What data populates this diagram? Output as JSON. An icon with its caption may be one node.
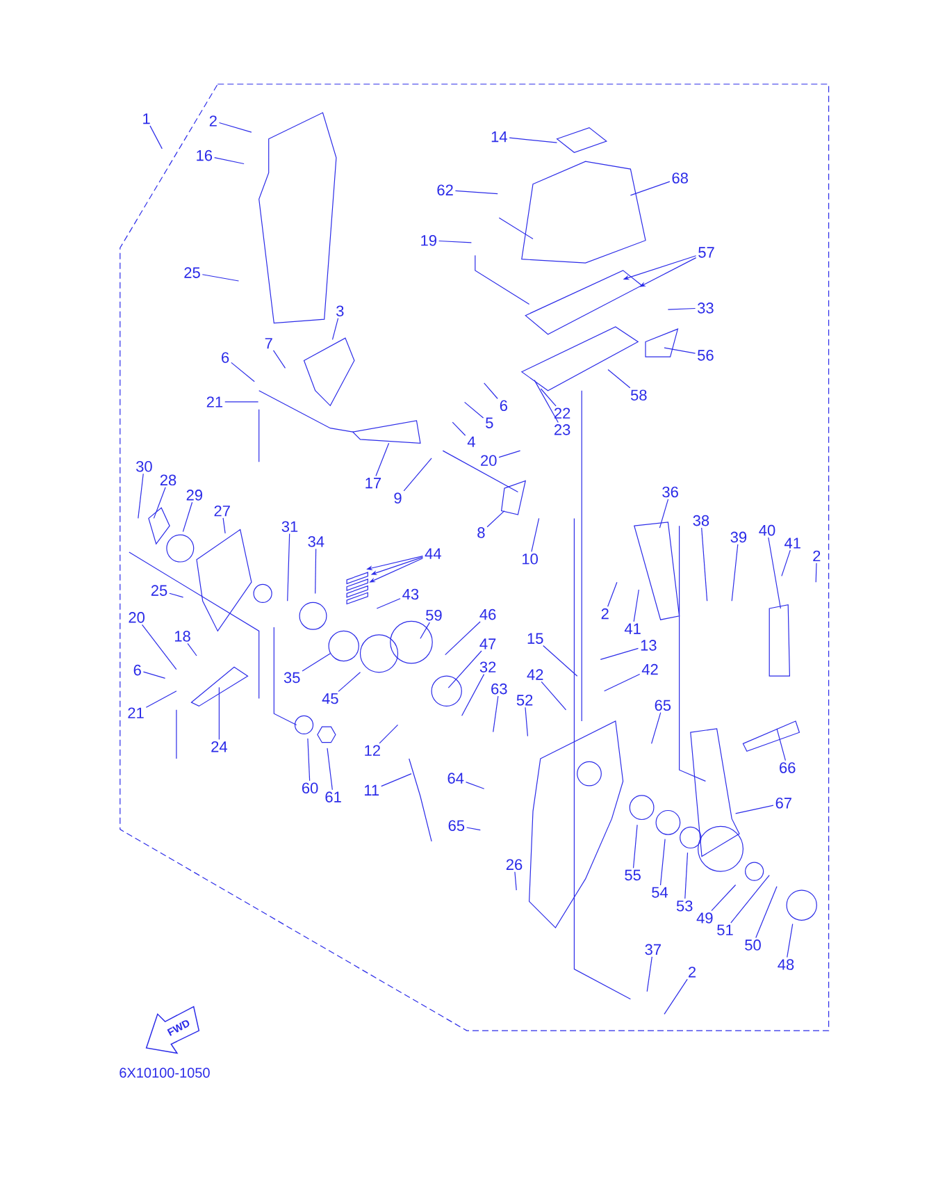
{
  "diagram": {
    "nodes": [
      {
        "text": [
          "1"
        ]
      },
      {
        "text": [
          "2"
        ]
      },
      {
        "text": [
          "16"
        ]
      },
      {
        "text": [
          "14"
        ]
      },
      {
        "text": [
          "68"
        ]
      },
      {
        "text": [
          "62"
        ]
      },
      {
        "text": [
          "19"
        ]
      },
      {
        "text": [
          "57"
        ]
      },
      {
        "text": [
          "33"
        ]
      },
      {
        "text": [
          "25"
        ]
      },
      {
        "text": [
          "3"
        ]
      },
      {
        "text": [
          "7"
        ]
      },
      {
        "text": [
          "6"
        ]
      },
      {
        "text": [
          "56"
        ]
      },
      {
        "text": [
          "21"
        ]
      },
      {
        "text": [
          "58"
        ]
      },
      {
        "text": [
          "6"
        ]
      },
      {
        "text": [
          "22"
        ]
      },
      {
        "text": [
          "5"
        ]
      },
      {
        "text": [
          "23"
        ]
      },
      {
        "text": [
          "4"
        ]
      },
      {
        "text": [
          "20"
        ]
      },
      {
        "text": [
          "17"
        ]
      },
      {
        "text": [
          "9"
        ]
      },
      {
        "text": [
          "8"
        ]
      },
      {
        "text": [
          "10"
        ]
      },
      {
        "text": [
          "30"
        ]
      },
      {
        "text": [
          "28"
        ]
      },
      {
        "text": [
          "29"
        ]
      },
      {
        "text": [
          "27"
        ]
      },
      {
        "text": [
          "36"
        ]
      },
      {
        "text": [
          "38"
        ]
      },
      {
        "text": [
          "39"
        ]
      },
      {
        "text": [
          "40"
        ]
      },
      {
        "text": [
          "41"
        ]
      },
      {
        "text": [
          "2"
        ]
      },
      {
        "text": [
          "31"
        ]
      },
      {
        "text": [
          "34"
        ]
      },
      {
        "text": [
          "44"
        ]
      },
      {
        "text": [
          "43"
        ]
      },
      {
        "text": [
          "25"
        ]
      },
      {
        "text": [
          "2"
        ]
      },
      {
        "text": [
          "41"
        ]
      },
      {
        "text": [
          "59"
        ]
      },
      {
        "text": [
          "46"
        ]
      },
      {
        "text": [
          "20"
        ]
      },
      {
        "text": [
          "18"
        ]
      },
      {
        "text": [
          "13"
        ]
      },
      {
        "text": [
          "47"
        ]
      },
      {
        "text": [
          "15"
        ]
      },
      {
        "text": [
          "6"
        ]
      },
      {
        "text": [
          "35"
        ]
      },
      {
        "text": [
          "32"
        ]
      },
      {
        "text": [
          "42"
        ]
      },
      {
        "text": [
          "42"
        ]
      },
      {
        "text": [
          "45"
        ]
      },
      {
        "text": [
          "63"
        ]
      },
      {
        "text": [
          "52"
        ]
      },
      {
        "text": [
          "65"
        ]
      },
      {
        "text": [
          "21"
        ]
      },
      {
        "text": [
          "24"
        ]
      },
      {
        "text": [
          "12"
        ]
      },
      {
        "text": [
          "66"
        ]
      },
      {
        "text": [
          "11"
        ]
      },
      {
        "text": [
          "60"
        ]
      },
      {
        "text": [
          "61"
        ]
      },
      {
        "text": [
          "64"
        ]
      },
      {
        "text": [
          "67"
        ]
      },
      {
        "text": [
          "65"
        ]
      },
      {
        "text": [
          "55"
        ]
      },
      {
        "text": [
          "54"
        ]
      },
      {
        "text": [
          "53"
        ]
      },
      {
        "text": [
          "26"
        ]
      },
      {
        "text": [
          "49"
        ]
      },
      {
        "text": [
          "51"
        ]
      },
      {
        "text": [
          "50"
        ]
      },
      {
        "text": [
          "48"
        ]
      },
      {
        "text": [
          "37"
        ]
      },
      {
        "text": [
          "2"
        ]
      }
    ],
    "edges": [
      {
        "from": 0,
        "to": null,
        "arrow": "none"
      },
      {
        "from": 1,
        "to": null,
        "arrow": "none"
      },
      {
        "from": 2,
        "to": null,
        "arrow": "none"
      },
      {
        "from": 3,
        "to": null,
        "arrow": "none"
      },
      {
        "from": 4,
        "to": null,
        "arrow": "none"
      },
      {
        "from": 5,
        "to": null,
        "arrow": "none"
      },
      {
        "from": 6,
        "to": null,
        "arrow": "none"
      },
      {
        "from": 7,
        "to": null,
        "arrow": "to"
      },
      {
        "from": 7,
        "to": null,
        "arrow": "to"
      },
      {
        "from": 8,
        "to": null,
        "arrow": "none"
      },
      {
        "from": 9,
        "to": null,
        "arrow": "none"
      },
      {
        "from": 10,
        "to": null,
        "arrow": "none"
      },
      {
        "from": 11,
        "to": null,
        "arrow": "none"
      },
      {
        "from": 12,
        "to": null,
        "arrow": "none"
      },
      {
        "from": 13,
        "to": null,
        "arrow": "none"
      },
      {
        "from": 14,
        "to": null,
        "arrow": "none"
      },
      {
        "from": 15,
        "to": null,
        "arrow": "none"
      },
      {
        "from": 16,
        "to": null,
        "arrow": "none"
      },
      {
        "from": 17,
        "to": null,
        "arrow": "none"
      },
      {
        "from": 18,
        "to": null,
        "arrow": "none"
      },
      {
        "from": 19,
        "to": null,
        "arrow": "none"
      },
      {
        "from": 20,
        "to": null,
        "arrow": "none"
      },
      {
        "from": 21,
        "to": null,
        "arrow": "none"
      },
      {
        "from": 22,
        "to": null,
        "arrow": "none"
      },
      {
        "from": 23,
        "to": null,
        "arrow": "none"
      },
      {
        "from": 24,
        "to": null,
        "arrow": "none"
      },
      {
        "from": 25,
        "to": null,
        "arrow": "none"
      },
      {
        "from": 26,
        "to": null,
        "arrow": "none"
      },
      {
        "from": 27,
        "to": null,
        "arrow": "none"
      },
      {
        "from": 28,
        "to": null,
        "arrow": "none"
      },
      {
        "from": 29,
        "to": null,
        "arrow": "none"
      },
      {
        "from": 30,
        "to": null,
        "arrow": "none"
      },
      {
        "from": 31,
        "to": null,
        "arrow": "none"
      },
      {
        "from": 32,
        "to": null,
        "arrow": "none"
      },
      {
        "from": 33,
        "to": null,
        "arrow": "none"
      },
      {
        "from": 34,
        "to": null,
        "arrow": "none"
      },
      {
        "from": 35,
        "to": null,
        "arrow": "none"
      },
      {
        "from": 36,
        "to": null,
        "arrow": "none"
      },
      {
        "from": 37,
        "to": null,
        "arrow": "none"
      },
      {
        "from": 38,
        "to": null,
        "arrow": "to"
      },
      {
        "from": 38,
        "to": null,
        "arrow": "to"
      },
      {
        "from": 38,
        "to": null,
        "arrow": "to"
      },
      {
        "from": 39,
        "to": null,
        "arrow": "none"
      },
      {
        "from": 40,
        "to": null,
        "arrow": "none"
      },
      {
        "from": 41,
        "to": null,
        "arrow": "none"
      },
      {
        "from": 42,
        "to": null,
        "arrow": "none"
      },
      {
        "from": 43,
        "to": null,
        "arrow": "none"
      },
      {
        "from": 44,
        "to": null,
        "arrow": "none"
      },
      {
        "from": 45,
        "to": null,
        "arrow": "none"
      },
      {
        "from": 46,
        "to": null,
        "arrow": "none"
      },
      {
        "from": 47,
        "to": null,
        "arrow": "none"
      },
      {
        "from": 48,
        "to": null,
        "arrow": "none"
      },
      {
        "from": 49,
        "to": null,
        "arrow": "none"
      },
      {
        "from": 50,
        "to": null,
        "arrow": "none"
      },
      {
        "from": 51,
        "to": null,
        "arrow": "none"
      },
      {
        "from": 52,
        "to": null,
        "arrow": "none"
      },
      {
        "from": 53,
        "to": null,
        "arrow": "none"
      },
      {
        "from": 54,
        "to": null,
        "arrow": "none"
      },
      {
        "from": 55,
        "to": null,
        "arrow": "none"
      },
      {
        "from": 56,
        "to": null,
        "arrow": "none"
      },
      {
        "from": 57,
        "to": null,
        "arrow": "none"
      },
      {
        "from": 58,
        "to": null,
        "arrow": "none"
      },
      {
        "from": 59,
        "to": null,
        "arrow": "none"
      },
      {
        "from": 60,
        "to": null,
        "arrow": "none"
      },
      {
        "from": 61,
        "to": null,
        "arrow": "none"
      },
      {
        "from": 62,
        "to": null,
        "arrow": "none"
      },
      {
        "from": 63,
        "to": null,
        "arrow": "none"
      },
      {
        "from": 64,
        "to": null,
        "arrow": "none"
      },
      {
        "from": 65,
        "to": null,
        "arrow": "none"
      },
      {
        "from": 66,
        "to": null,
        "arrow": "none"
      },
      {
        "from": 67,
        "to": null,
        "arrow": "none"
      },
      {
        "from": 68,
        "to": null,
        "arrow": "none"
      },
      {
        "from": 69,
        "to": null,
        "arrow": "none"
      },
      {
        "from": 70,
        "to": null,
        "arrow": "none"
      },
      {
        "from": 71,
        "to": null,
        "arrow": "none"
      },
      {
        "from": 72,
        "to": null,
        "arrow": "none"
      },
      {
        "from": 73,
        "to": null,
        "arrow": "none"
      },
      {
        "from": 74,
        "to": null,
        "arrow": "none"
      },
      {
        "from": 75,
        "to": null,
        "arrow": "none"
      },
      {
        "from": 76,
        "to": null,
        "arrow": "none"
      },
      {
        "from": 77,
        "to": null,
        "arrow": "none"
      },
      {
        "from": 78,
        "to": null,
        "arrow": "none"
      }
    ],
    "labels": [
      "FWD",
      "6X10100-1050"
    ]
  }
}
